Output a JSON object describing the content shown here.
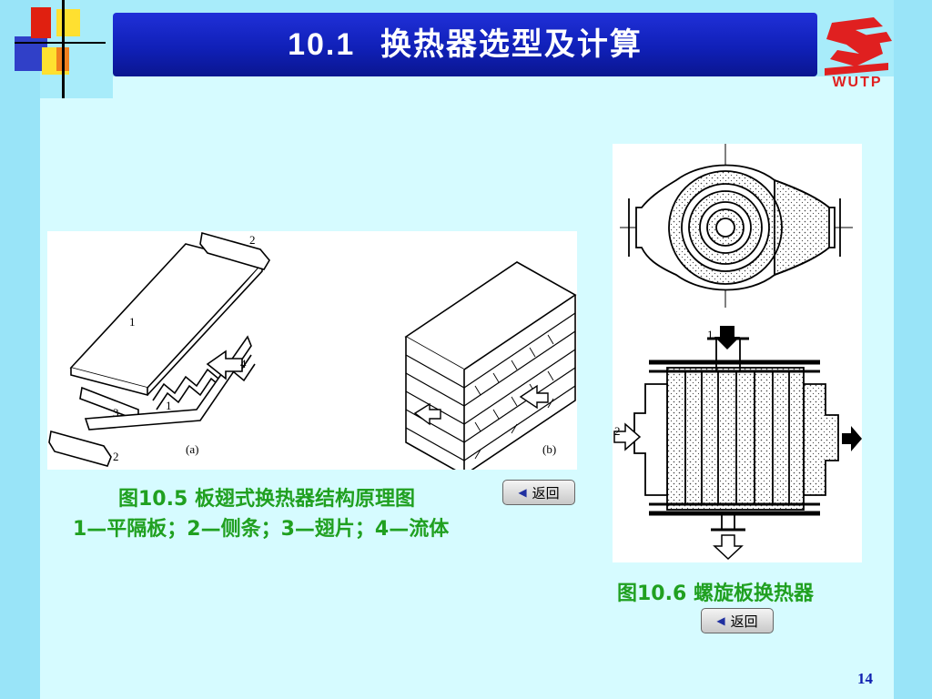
{
  "slide": {
    "title_num": "10.1",
    "title_text": "换热器选型及计算",
    "logo_text": "WUTP",
    "page_number": "14"
  },
  "figure_plate": {
    "caption": "图10.5  板翅式换热器结构原理图",
    "legend": "1—平隔板；2—侧条；3—翅片；4—流体",
    "label_a": "(a)",
    "label_b": "(b)",
    "part_labels": [
      "1",
      "2",
      "3",
      "4",
      "1",
      "2"
    ]
  },
  "figure_spiral": {
    "caption": "图10.6 螺旋板换热器",
    "port_labels": [
      "1",
      "2"
    ]
  },
  "buttons": {
    "return_label": "返回"
  },
  "colors": {
    "background": "#a8ecfa",
    "header": "#1020b8",
    "caption": "#20a020",
    "logo": "#e02020"
  }
}
